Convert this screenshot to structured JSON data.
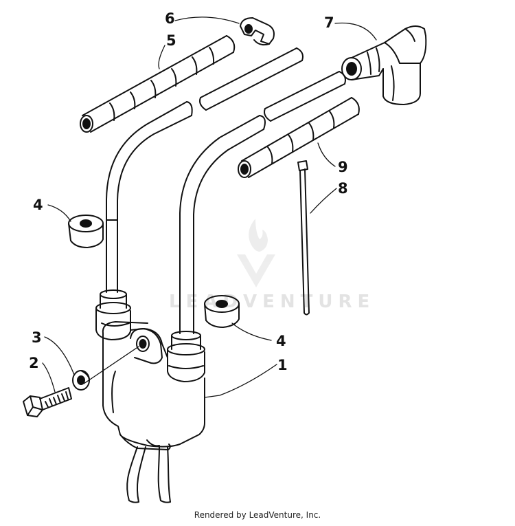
{
  "diagram": {
    "callouts": [
      {
        "id": "c1",
        "label": "1"
      },
      {
        "id": "c2",
        "label": "2"
      },
      {
        "id": "c3",
        "label": "3"
      },
      {
        "id": "c4a",
        "label": "4"
      },
      {
        "id": "c4b",
        "label": "4"
      },
      {
        "id": "c5",
        "label": "5"
      },
      {
        "id": "c6",
        "label": "6"
      },
      {
        "id": "c7",
        "label": "7"
      },
      {
        "id": "c8",
        "label": "8"
      },
      {
        "id": "c9",
        "label": "9"
      }
    ],
    "watermark": "LEADVENTURE"
  },
  "footer": {
    "text": "Rendered by LeadVenture, Inc."
  }
}
